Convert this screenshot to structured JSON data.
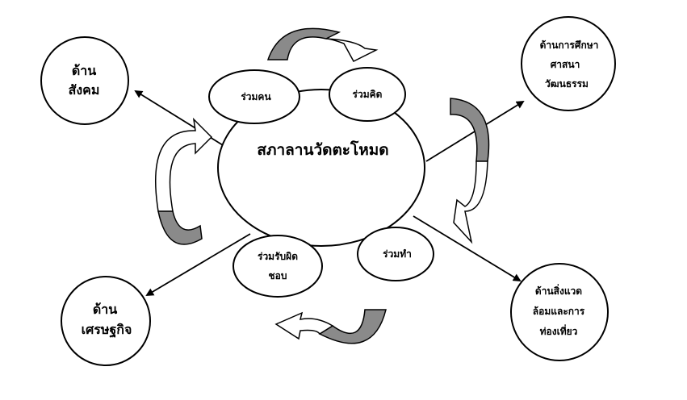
{
  "center": {
    "label": "สภาลานวัดตะโหมด"
  },
  "participation": {
    "people": "ร่วมคน",
    "think": "ร่วมคิด",
    "do": "ร่วมทำ",
    "responsibility": [
      "ร่วมรับผิด",
      "ชอบ"
    ]
  },
  "outcomes": {
    "social": [
      "ด้าน",
      "สังคม"
    ],
    "education": [
      "ด้านการศึกษา",
      "ศาสนา",
      "วัฒนธรรม"
    ],
    "economy": [
      "ด้าน",
      "เศรษฐกิจ"
    ],
    "environment": [
      "ด้านสิ่งแวด",
      "ล้อมและการ",
      "ท่องเที่ยว"
    ]
  }
}
